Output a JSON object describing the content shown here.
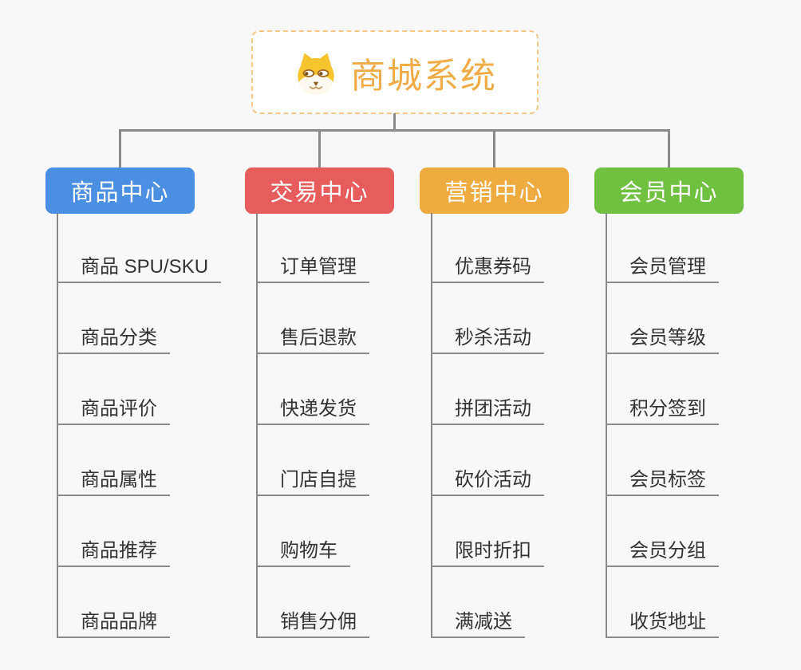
{
  "background_color": "#f8f8f8",
  "connector_color": "#8a8a8a",
  "item_text_color": "#333333",
  "root": {
    "title": "商城系统",
    "icon": "dog-face-icon",
    "text_color": "#f0ac47",
    "border_color": "#f5c98a"
  },
  "branches": [
    {
      "label": "商品中心",
      "color": "#4a8fe2",
      "items": [
        "商品 SPU/SKU",
        "商品分类",
        "商品评价",
        "商品属性",
        "商品推荐",
        "商品品牌"
      ]
    },
    {
      "label": "交易中心",
      "color": "#e75d5d",
      "items": [
        "订单管理",
        "售后退款",
        "快递发货",
        "门店自提",
        "购物车",
        "销售分佣"
      ]
    },
    {
      "label": "营销中心",
      "color": "#eeab40",
      "items": [
        "优惠券码",
        "秒杀活动",
        "拼团活动",
        "砍价活动",
        "限时折扣",
        "满减送"
      ]
    },
    {
      "label": "会员中心",
      "color": "#70c142",
      "items": [
        "会员管理",
        "会员等级",
        "积分签到",
        "会员标签",
        "会员分组",
        "收货地址"
      ]
    }
  ]
}
